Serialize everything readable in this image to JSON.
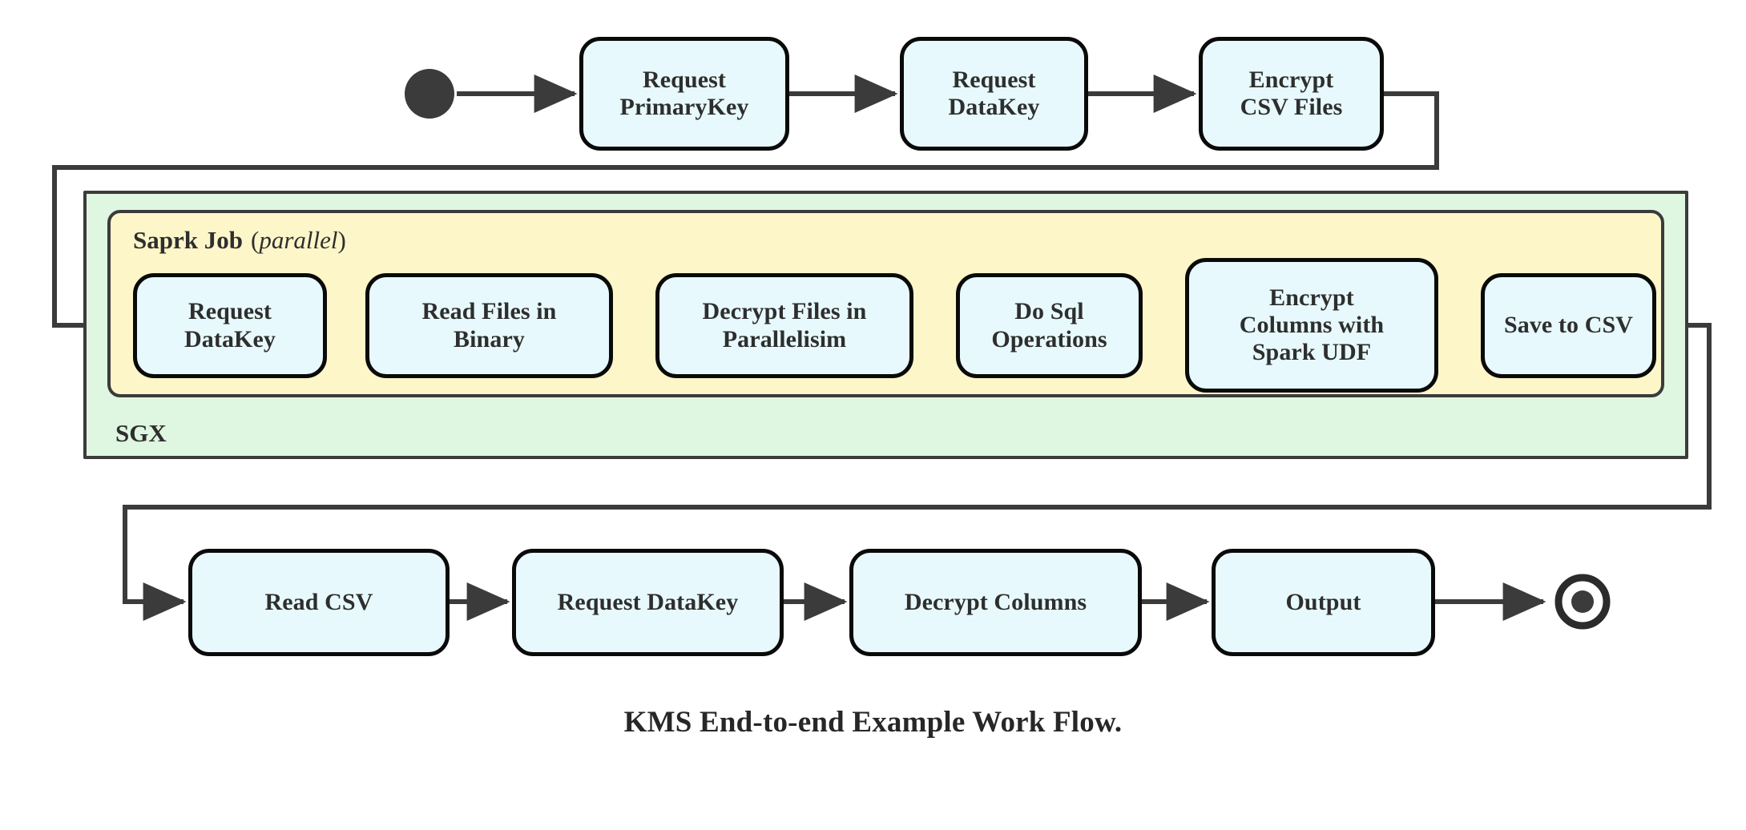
{
  "caption": "KMS End-to-end Example Work Flow.",
  "colors": {
    "node_fill": "#e7f9fc",
    "node_stroke": "#0a0a0a",
    "sgx_fill": "#dff6e1",
    "spark_fill": "#fdf6c9",
    "group_stroke": "#3b3b3b",
    "connector": "#3b3b3b",
    "text": "#2e2e2e"
  },
  "markers": {
    "start": "start-state-filled-circle",
    "end": "end-state-bullseye-circle"
  },
  "groups": {
    "sgx": {
      "label": "SGX"
    },
    "spark": {
      "label": "Saprk Job",
      "modifier": "parallel",
      "modifier_open": "(",
      "modifier_close": ")"
    }
  },
  "rows": {
    "top": {
      "nodes": [
        {
          "id": "request-primarykey",
          "label": "Request\nPrimaryKey"
        },
        {
          "id": "request-datakey-top",
          "label": "Request\nDataKey"
        },
        {
          "id": "encrypt-csv-files",
          "label": "Encrypt\nCSV Files"
        }
      ]
    },
    "spark": {
      "nodes": [
        {
          "id": "request-datakey-spark",
          "label": "Request\nDataKey"
        },
        {
          "id": "read-files-in-binary",
          "label": "Read Files in\nBinary"
        },
        {
          "id": "decrypt-files-in-parallelisim",
          "label": "Decrypt Files in\nParallelisim"
        },
        {
          "id": "do-sql-operations",
          "label": "Do Sql\nOperations"
        },
        {
          "id": "encrypt-columns-with-spark-udf",
          "label": "Encrypt\nColumns with\nSpark UDF"
        },
        {
          "id": "save-to-csv",
          "label": "Save to CSV"
        }
      ]
    },
    "bottom": {
      "nodes": [
        {
          "id": "read-csv",
          "label": "Read CSV"
        },
        {
          "id": "request-datakey-bottom",
          "label": "Request DataKey"
        },
        {
          "id": "decrypt-columns",
          "label": "Decrypt Columns"
        },
        {
          "id": "output",
          "label": "Output"
        }
      ]
    }
  }
}
